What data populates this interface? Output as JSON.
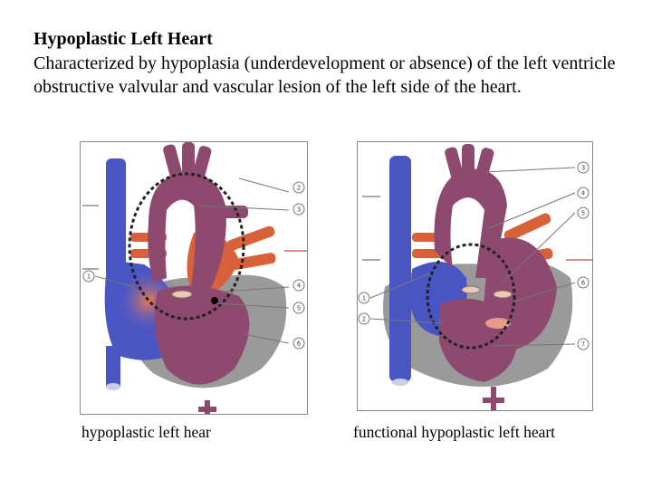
{
  "slide": {
    "title": "Hypoplastic Left Heart",
    "description": "Characterized by hypoplasia (underdevelopment or absence) of the left ventricle obstructive valvular and vascular lesion of the left side of the heart."
  },
  "figures": [
    {
      "caption": "hypoplastic left hear",
      "callouts": [
        "1",
        "2",
        "3",
        "4",
        "5",
        "6"
      ]
    },
    {
      "caption": "functional hypoplastic left heart",
      "callouts": [
        "1",
        "2",
        "3",
        "4",
        "5",
        "6",
        "7"
      ]
    }
  ],
  "colors": {
    "deoxygenated": "#4a55c4",
    "oxygenated": "#d9613a",
    "mixed": "#8e4a6e",
    "tissue": "#9a9a9a"
  }
}
